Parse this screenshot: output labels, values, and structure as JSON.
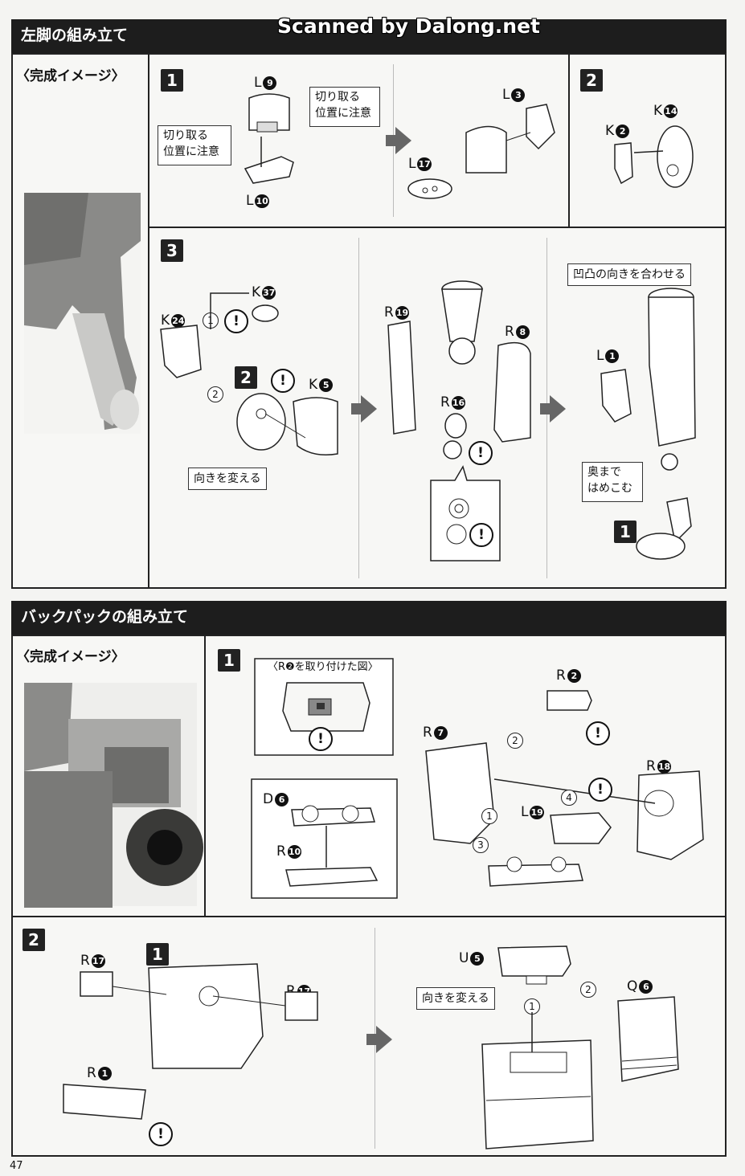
{
  "watermark": "Scanned by Dalong.net",
  "page_number": "47",
  "left_leg": {
    "title": "左脚の組み立て",
    "preview_label": "〈完成イメージ〉",
    "step1": {
      "number": "1",
      "callout_left": "切り取る\n位置に注意",
      "callout_right": "切り取る\n位置に注意",
      "parts": [
        {
          "letter": "L",
          "num": "9"
        },
        {
          "letter": "L",
          "num": "10"
        },
        {
          "letter": "L",
          "num": "3"
        },
        {
          "letter": "L",
          "num": "17"
        }
      ]
    },
    "step2": {
      "number": "2",
      "parts": [
        {
          "letter": "K",
          "num": "14"
        },
        {
          "letter": "K",
          "num": "2"
        }
      ]
    },
    "step3": {
      "number": "3",
      "sub_step_number": "2",
      "callout_direction": "向きを変える",
      "callout_align": "凹凸の向きを合わせる",
      "callout_insert": "奥まで\nはめこむ",
      "ref_step": "1",
      "order_marks": [
        "1",
        "2"
      ],
      "parts": [
        {
          "letter": "K",
          "num": "37"
        },
        {
          "letter": "K",
          "num": "24"
        },
        {
          "letter": "K",
          "num": "5"
        },
        {
          "letter": "R",
          "num": "19"
        },
        {
          "letter": "R",
          "num": "8"
        },
        {
          "letter": "R",
          "num": "16"
        },
        {
          "letter": "L",
          "num": "1"
        }
      ]
    }
  },
  "backpack": {
    "title": "バックパックの組み立て",
    "preview_label": "〈完成イメージ〉",
    "step1": {
      "number": "1",
      "inset_title": "〈R❷を取り付けた図〉",
      "order_marks": [
        "1",
        "2",
        "3",
        "4"
      ],
      "parts": [
        {
          "letter": "R",
          "num": "2"
        },
        {
          "letter": "R",
          "num": "7"
        },
        {
          "letter": "R",
          "num": "18"
        },
        {
          "letter": "D",
          "num": "6"
        },
        {
          "letter": "R",
          "num": "10"
        },
        {
          "letter": "L",
          "num": "19"
        }
      ]
    },
    "step2": {
      "number": "2",
      "ref_step": "1",
      "callout_direction": "向きを変える",
      "order_marks": [
        "1",
        "2"
      ],
      "parts": [
        {
          "letter": "R",
          "num": "17"
        },
        {
          "letter": "R",
          "num": "17"
        },
        {
          "letter": "R",
          "num": "1"
        },
        {
          "letter": "U",
          "num": "5"
        },
        {
          "letter": "Q",
          "num": "6"
        }
      ]
    }
  },
  "warning_symbol": "!"
}
